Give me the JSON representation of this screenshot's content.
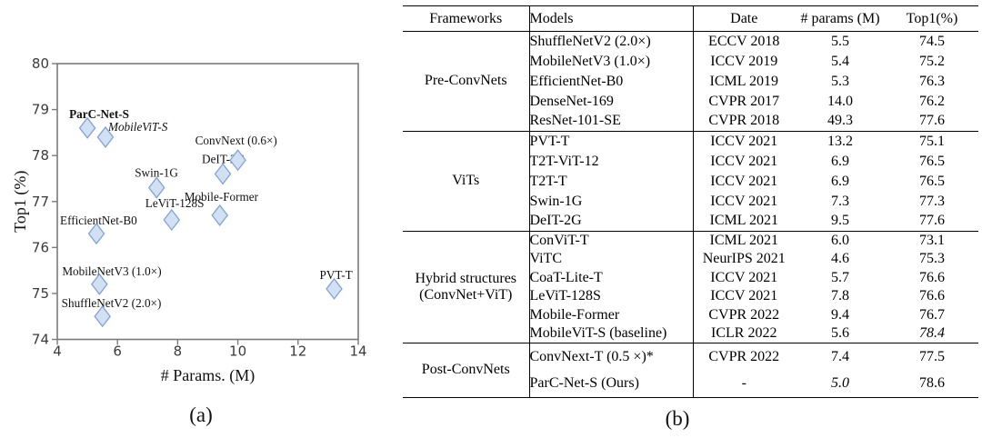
{
  "figure": {
    "caption_a": "(a)",
    "caption_b": "(b)"
  },
  "chart_data": {
    "type": "scatter",
    "title": "",
    "xlabel": "# Params. (M)",
    "ylabel": "Top1 (%)",
    "xlim": [
      4,
      14
    ],
    "ylim": [
      74,
      80
    ],
    "xticks": [
      "4",
      "6",
      "8",
      "10",
      "12",
      "14"
    ],
    "yticks": [
      "74",
      "75",
      "76",
      "77",
      "78",
      "79",
      "80"
    ],
    "grid": false,
    "legend": false,
    "marker_shape": "diamond",
    "marker_fill": "#d2e0f4",
    "marker_stroke": "#84a3d2",
    "axis_color": "#7b7b7b",
    "tick_label_color": "#3a3a3a",
    "points": [
      {
        "label": "ParC-Net-S",
        "x": 5.0,
        "y": 78.6,
        "style": "bold",
        "label_dx": -20,
        "label_dy": -11
      },
      {
        "label": "MobileViT-S",
        "x": 5.6,
        "y": 78.4,
        "style": "italic",
        "label_dx": 3,
        "label_dy": -7
      },
      {
        "label": "ConvNext (0.6×)",
        "x": 10.0,
        "y": 77.9,
        "style": "normal",
        "label_dx": -47,
        "label_dy": -17
      },
      {
        "label": "DeIT-2G",
        "x": 9.5,
        "y": 77.6,
        "style": "normal",
        "label_dx": -23,
        "label_dy": -12
      },
      {
        "label": "Swin-1G",
        "x": 7.3,
        "y": 77.3,
        "style": "normal",
        "label_dx": -24,
        "label_dy": -12
      },
      {
        "label": "Mobile-Former",
        "x": 9.4,
        "y": 76.7,
        "style": "normal",
        "label_dx": -39,
        "label_dy": -16
      },
      {
        "label": "LeViT-128S",
        "x": 7.8,
        "y": 76.6,
        "style": "normal",
        "label_dx": -29,
        "label_dy": -14
      },
      {
        "label": "EfficientNet-B0",
        "x": 5.3,
        "y": 76.3,
        "style": "normal",
        "label_dx": -40,
        "label_dy": -10
      },
      {
        "label": "MobileNetV3 (1.0×)",
        "x": 5.4,
        "y": 75.2,
        "style": "normal",
        "label_dx": -41,
        "label_dy": -10
      },
      {
        "label": "PVT-T",
        "x": 13.2,
        "y": 75.1,
        "style": "normal",
        "label_dx": -16,
        "label_dy": -11
      },
      {
        "label": "ShuffleNetV2 (2.0×)",
        "x": 5.5,
        "y": 74.5,
        "style": "normal",
        "label_dx": -45,
        "label_dy": -10
      }
    ]
  },
  "table": {
    "headers": [
      "Frameworks",
      "Models",
      "Date",
      "# params (M)",
      "Top1(%)"
    ],
    "groups": [
      {
        "framework": "Pre-ConvNets",
        "rows": [
          {
            "model": "ShuffleNetV2 (2.0×)",
            "date": "ECCV 2018",
            "params": "5.5",
            "top1": "74.5"
          },
          {
            "model": "MobileNetV3 (1.0×)",
            "date": "ICCV 2019",
            "params": "5.4",
            "top1": "75.2"
          },
          {
            "model": "EfficientNet-B0",
            "date": "ICML 2019",
            "params": "5.3",
            "top1": "76.3"
          },
          {
            "model": "DenseNet-169",
            "date": "CVPR 2017",
            "params": "14.0",
            "top1": "76.2"
          },
          {
            "model": "ResNet-101-SE",
            "date": "CVPR 2018",
            "params": "49.3",
            "top1": "77.6"
          }
        ]
      },
      {
        "framework": "ViTs",
        "rows": [
          {
            "model": "PVT-T",
            "date": "ICCV 2021",
            "params": "13.2",
            "top1": "75.1"
          },
          {
            "model": "T2T-ViT-12",
            "date": "ICCV 2021",
            "params": "6.9",
            "top1": "76.5"
          },
          {
            "model": "T2T-T",
            "date": "ICCV 2021",
            "params": "6.9",
            "top1": "76.5"
          },
          {
            "model": "Swin-1G",
            "date": "ICCV 2021",
            "params": "7.3",
            "top1": "77.3"
          },
          {
            "model": "DeIT-2G",
            "date": "ICML 2021",
            "params": "9.5",
            "top1": "77.6"
          }
        ]
      },
      {
        "framework": "Hybrid structures (ConvNet+ViT)",
        "rows": [
          {
            "model": "ConViT-T",
            "date": "ICML 2021",
            "params": "6.0",
            "top1": "73.1"
          },
          {
            "model": "ViTC",
            "date": "NeurIPS 2021",
            "params": "4.6",
            "params_style": "bold",
            "top1": "75.3"
          },
          {
            "model": "CoaT-Lite-T",
            "date": "ICCV 2021",
            "params": "5.7",
            "top1": "76.6"
          },
          {
            "model": "LeViT-128S",
            "date": "ICCV 2021",
            "params": "7.8",
            "top1": "76.6"
          },
          {
            "model": "Mobile-Former",
            "date": "CVPR 2022",
            "params": "9.4",
            "top1": "76.7"
          },
          {
            "model": "MobileViT-S (baseline)",
            "date": "ICLR 2022",
            "params": "5.6",
            "top1": "78.4",
            "top1_style": "italic"
          }
        ]
      },
      {
        "framework": "Post-ConvNets",
        "rows": [
          {
            "model": "ConvNext-T (0.5 ×)*",
            "date": "CVPR 2022",
            "params": "7.4",
            "top1": "77.5"
          },
          {
            "model": "ParC-Net-S (Ours)",
            "date": "-",
            "params": "5.0",
            "params_style": "italic",
            "top1": "78.6",
            "top1_style": "bold"
          }
        ]
      }
    ]
  }
}
